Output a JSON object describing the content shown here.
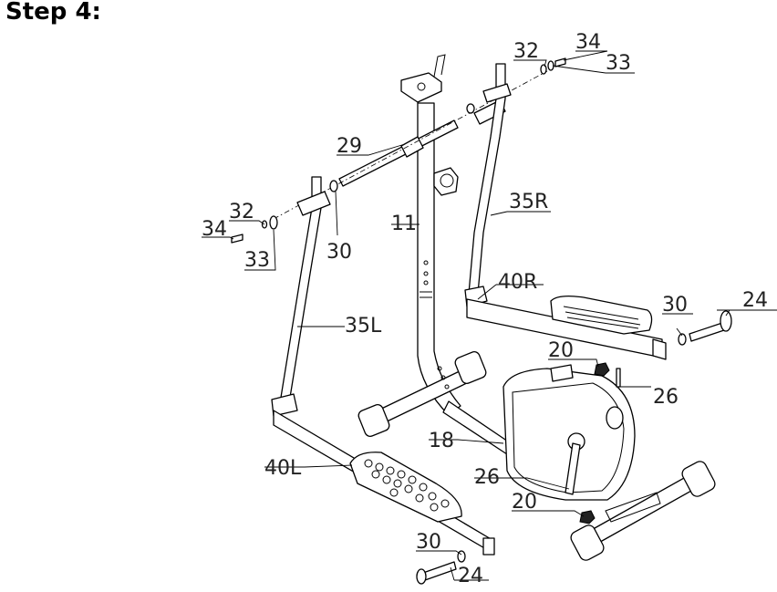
{
  "step_title": "Step 4:",
  "labels": {
    "p32_right": "32",
    "p34_right": "34",
    "p33_right": "33",
    "p29": "29",
    "p35r": "35R",
    "p11": "11",
    "p32_left": "32",
    "p34_left": "34",
    "p33_left": "33",
    "p30_left": "30",
    "p35l": "35L",
    "p40r": "40R",
    "p30_right": "30",
    "p24_right": "24",
    "p20_top": "20",
    "p26_top": "26",
    "p18": "18",
    "p40l": "40L",
    "p26_bottom": "26",
    "p20_bottom": "20",
    "p30_bottom": "30",
    "p24_bottom": "24"
  }
}
